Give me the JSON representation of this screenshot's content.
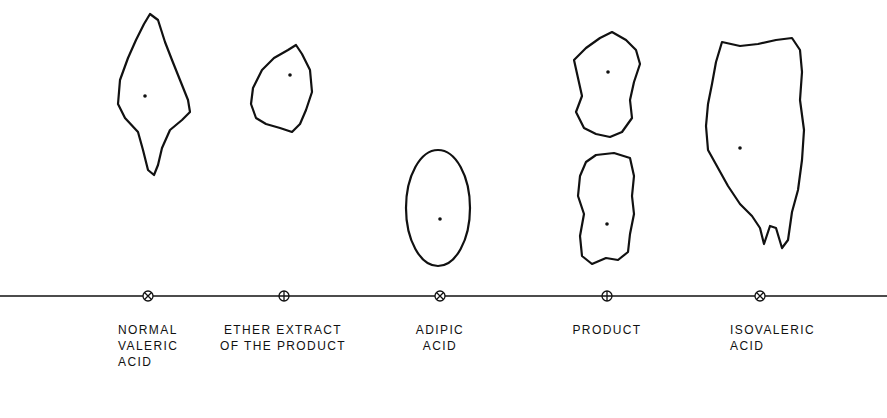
{
  "diagram": {
    "labels": [
      "NORMAL VALERIC ACID",
      "ETHER EXTRACT OF THE PRODUCT",
      "ADIPIC ACID",
      "PRODUCT",
      "ISOVALERIC ACID"
    ]
  }
}
